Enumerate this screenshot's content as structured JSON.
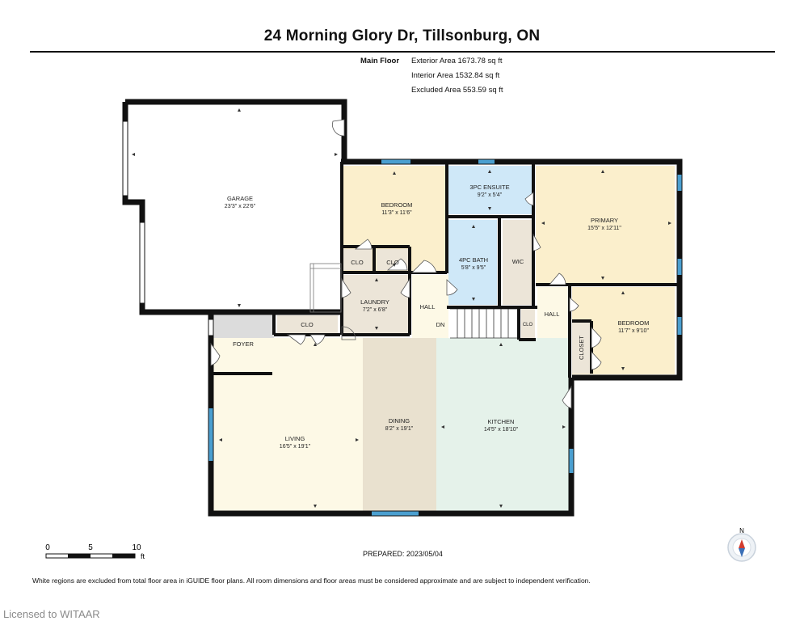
{
  "header": {
    "title": "24 Morning Glory Dr, Tillsonburg, ON",
    "floor_label": "Main Floor",
    "exterior_area": "Exterior Area 1673.78 sq ft",
    "interior_area": "Interior Area 1532.84 sq ft",
    "excluded_area": "Excluded Area 553.59 sq ft"
  },
  "rooms": {
    "garage": {
      "name": "GARAGE",
      "dim": "23'3\" x 22'6\""
    },
    "bedroom1": {
      "name": "BEDROOM",
      "dim": "11'3\" x 11'6\""
    },
    "ensuite": {
      "name": "3PC ENSUITE",
      "dim": "9'2\" x 5'4\""
    },
    "primary": {
      "name": "PRIMARY",
      "dim": "15'5\" x 12'11\""
    },
    "bath": {
      "name": "4PC BATH",
      "dim": "5'8\" x 9'5\""
    },
    "wic": {
      "name": "WIC"
    },
    "laundry": {
      "name": "LAUNDRY",
      "dim": "7'2\" x 6'8\""
    },
    "hall1": {
      "name": "HALL"
    },
    "hall2": {
      "name": "HALL"
    },
    "dn": {
      "name": "DN"
    },
    "clo_bed1": {
      "name": "CLO"
    },
    "clo_bed2": {
      "name": "CLO"
    },
    "clo_foyer": {
      "name": "CLO"
    },
    "clo_hall": {
      "name": "CLO"
    },
    "bedroom2": {
      "name": "BEDROOM",
      "dim": "11'7\" x 9'10\""
    },
    "closet": {
      "name": "CLOSET"
    },
    "foyer": {
      "name": "FOYER"
    },
    "living": {
      "name": "LIVING",
      "dim": "16'5\" x 19'1\""
    },
    "dining": {
      "name": "DINING",
      "dim": "8'2\" x 19'1\""
    },
    "kitchen": {
      "name": "KITCHEN",
      "dim": "14'5\" x 18'10\""
    }
  },
  "scale": {
    "labels": [
      "0",
      "5",
      "10"
    ],
    "unit": "ft"
  },
  "compass": {
    "label": "N"
  },
  "prepared": "PREPARED: 2023/05/04",
  "footer": {
    "disclaimer": "White regions are excluded from total floor area in iGUIDE floor plans. All room dimensions and floor areas must be considered approximate and are subject to independent verification.",
    "license": "Licensed to WITAAR"
  },
  "colors": {
    "wall": "#111111",
    "window": "#4a9fd0",
    "bedroom": "#fbefcc",
    "bath": "#cfe8f8",
    "living": "#fdf9e6",
    "dining": "#e9e1cf",
    "kitchen": "#e5f2ea",
    "service": "#ece5d8",
    "foyer": "#dcdcdc"
  }
}
